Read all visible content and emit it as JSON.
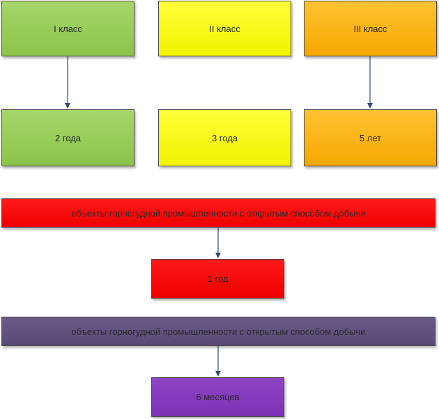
{
  "diagram": {
    "class_1": "I класс",
    "class_2": "II класс",
    "class_3": "III класс",
    "period_1": "2 года",
    "period_2": "3 года",
    "period_3": "5 лет",
    "open_pit_red": "объекты горногудной промышленности с открытым способом добычи",
    "period_red": "1 год",
    "open_pit_purple": "объекты горногудной промышленности с открытым способом добычи",
    "period_purple": "6 месяцев"
  },
  "colors": {
    "green": "#8bc34a",
    "yellow": "#f2f200",
    "orange": "#f5a800",
    "red": "#ee0000",
    "slate": "#594a77",
    "violet": "#7b32b4",
    "connector": "#2f4a72"
  }
}
